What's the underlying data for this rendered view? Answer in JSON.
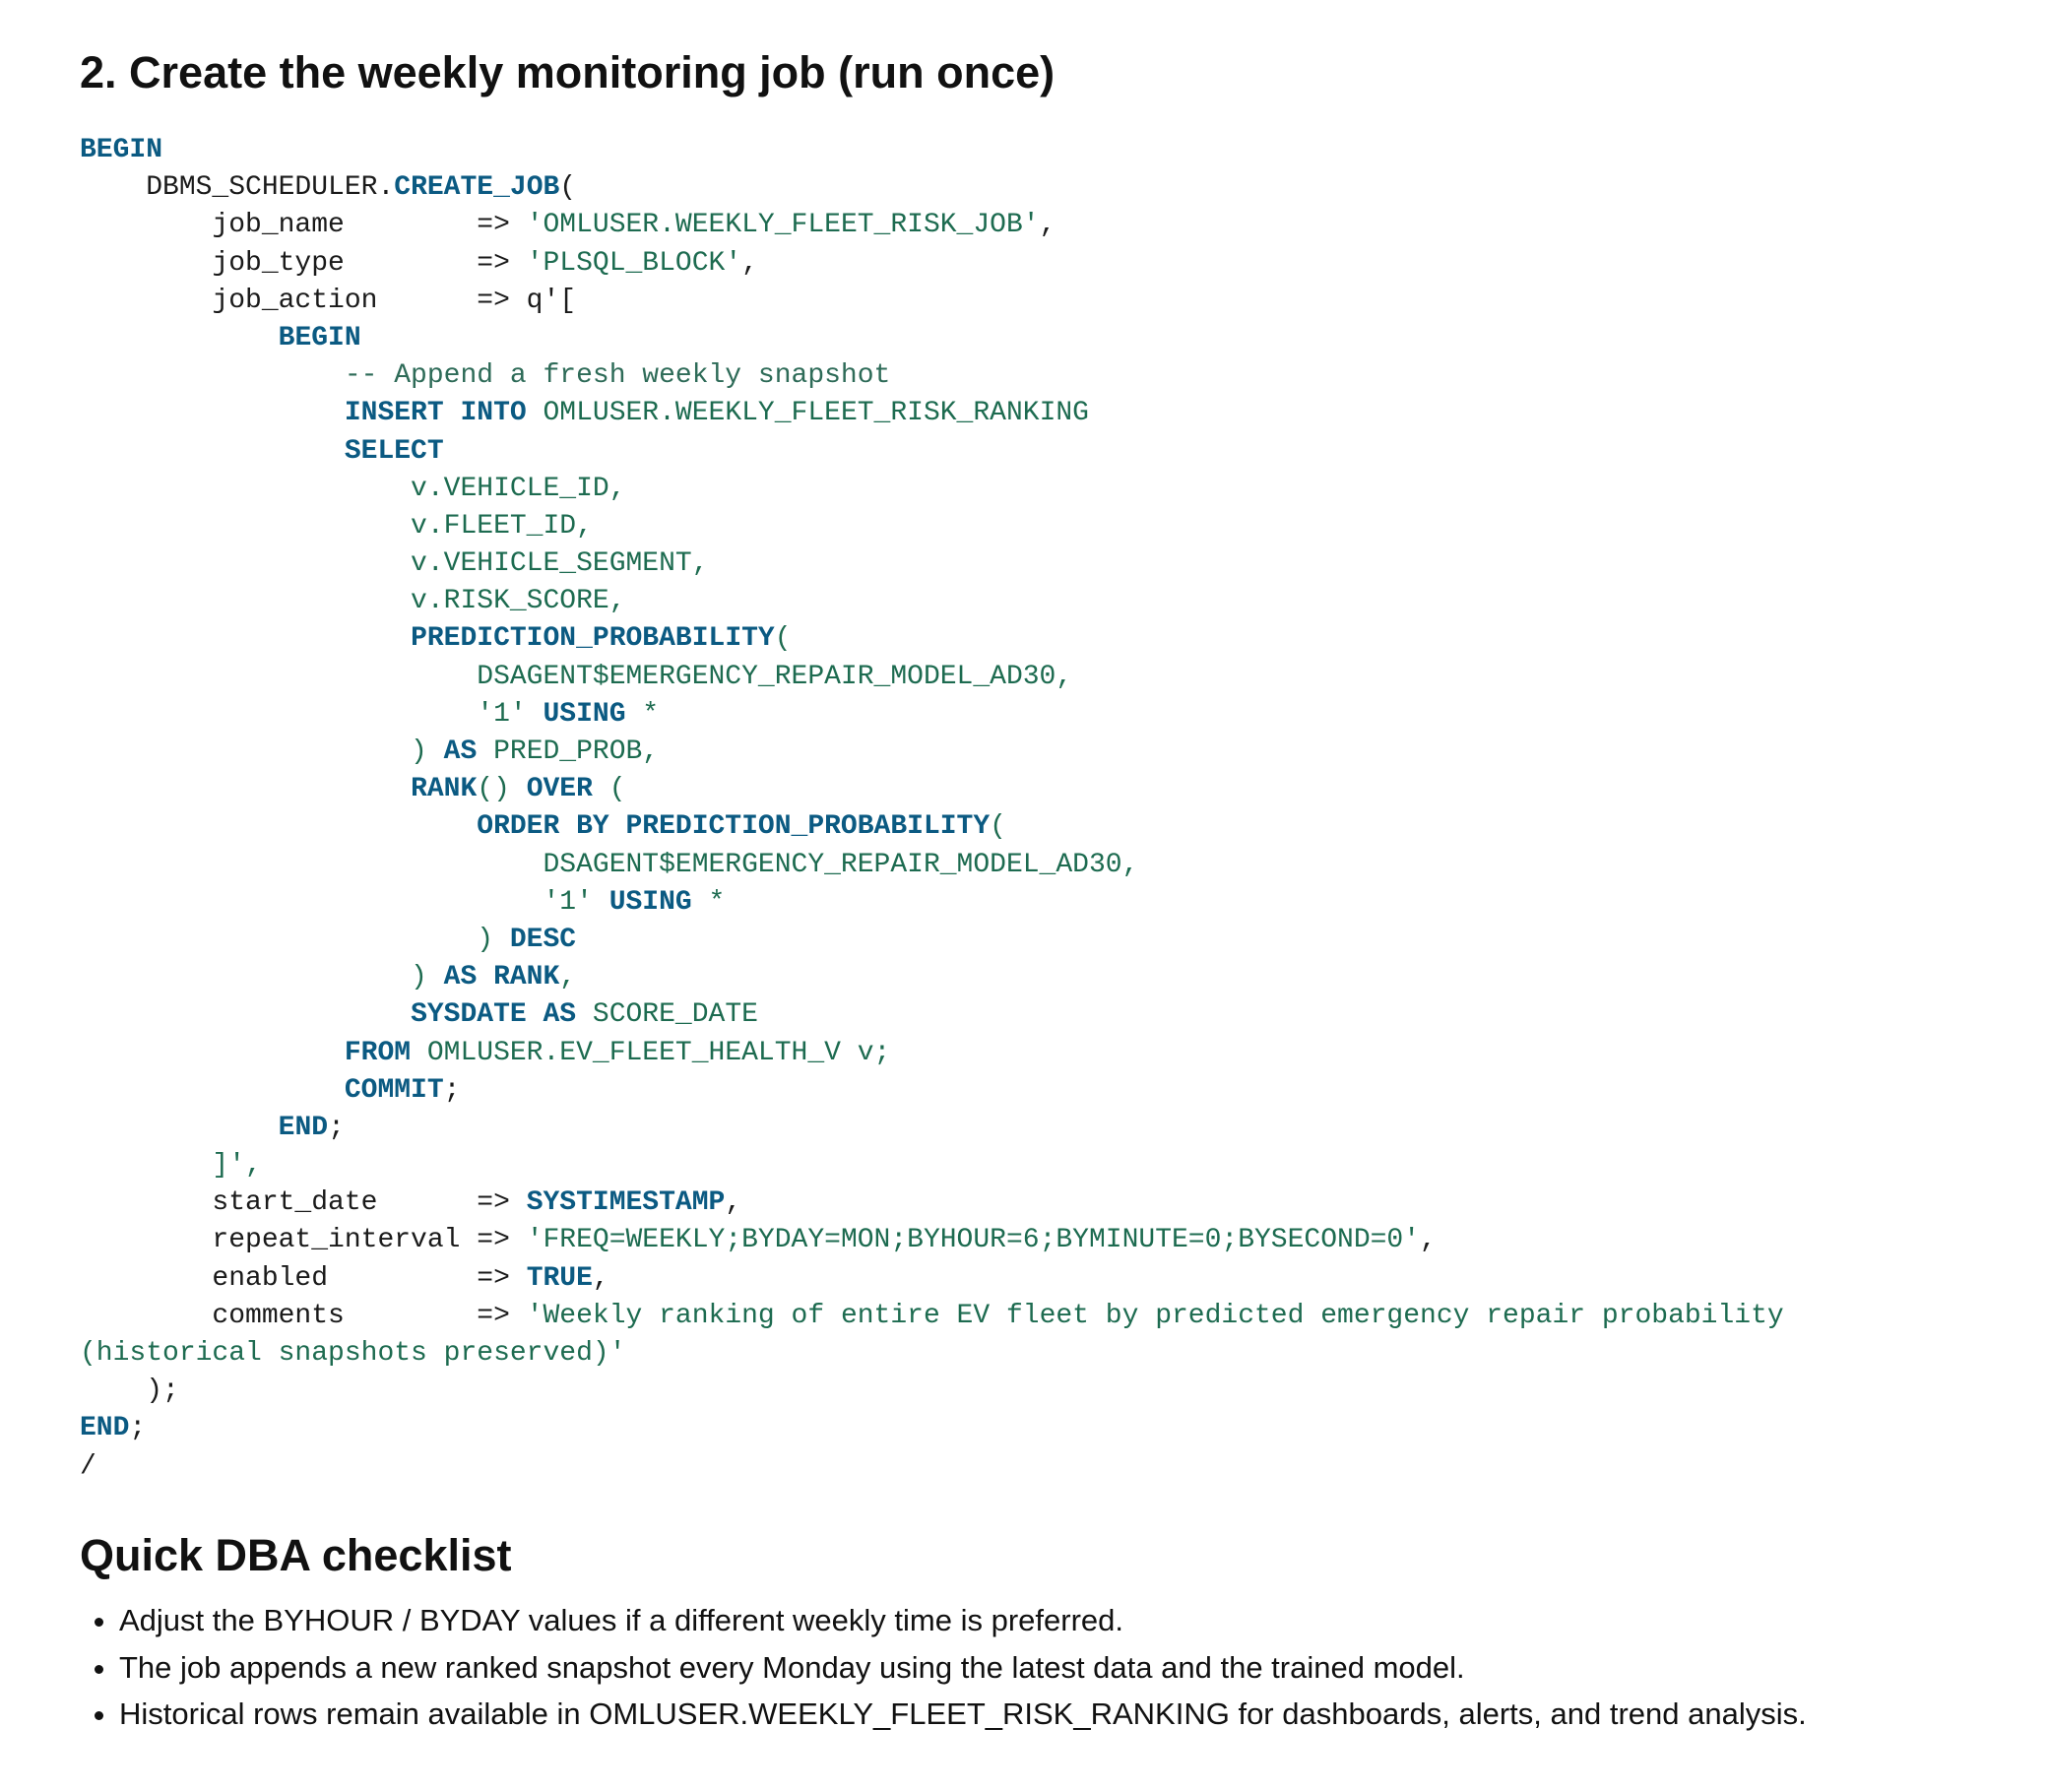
{
  "section_1": {
    "title": "2. Create the weekly monitoring job (run once)"
  },
  "code": {
    "lines": [
      [
        {
          "t": "BEGIN",
          "c": "kw"
        }
      ],
      [
        {
          "t": "    DBMS_SCHEDULER.",
          "c": "pl"
        },
        {
          "t": "CREATE_JOB",
          "c": "kw"
        },
        {
          "t": "(",
          "c": "pl"
        }
      ],
      [
        {
          "t": "        job_name        => ",
          "c": "pl"
        },
        {
          "t": "'OMLUSER.WEEKLY_FLEET_RISK_JOB'",
          "c": "str"
        },
        {
          "t": ",",
          "c": "pl"
        }
      ],
      [
        {
          "t": "        job_type        => ",
          "c": "pl"
        },
        {
          "t": "'PLSQL_BLOCK'",
          "c": "str"
        },
        {
          "t": ",",
          "c": "pl"
        }
      ],
      [
        {
          "t": "        job_action      => q'[",
          "c": "pl"
        }
      ],
      [
        {
          "t": "            ",
          "c": "pl"
        },
        {
          "t": "BEGIN",
          "c": "kw"
        }
      ],
      [
        {
          "t": "                -- Append a fresh weekly snapshot",
          "c": "cmt"
        }
      ],
      [
        {
          "t": "                ",
          "c": "pl"
        },
        {
          "t": "INSERT INTO",
          "c": "kw"
        },
        {
          "t": " OMLUSER.WEEKLY_FLEET_RISK_RANKING",
          "c": "id"
        }
      ],
      [
        {
          "t": "                ",
          "c": "pl"
        },
        {
          "t": "SELECT",
          "c": "kw"
        }
      ],
      [
        {
          "t": "                    v.VEHICLE_ID,",
          "c": "id"
        }
      ],
      [
        {
          "t": "                    v.FLEET_ID,",
          "c": "id"
        }
      ],
      [
        {
          "t": "                    v.VEHICLE_SEGMENT,",
          "c": "id"
        }
      ],
      [
        {
          "t": "                    v.RISK_SCORE,",
          "c": "id"
        }
      ],
      [
        {
          "t": "                    ",
          "c": "pl"
        },
        {
          "t": "PREDICTION_PROBABILITY",
          "c": "kw"
        },
        {
          "t": "(",
          "c": "id"
        }
      ],
      [
        {
          "t": "                        DSAGENT$EMERGENCY_REPAIR_MODEL_AD30,",
          "c": "id"
        }
      ],
      [
        {
          "t": "                        '1' ",
          "c": "id"
        },
        {
          "t": "USING",
          "c": "kw"
        },
        {
          "t": " *",
          "c": "id"
        }
      ],
      [
        {
          "t": "                    ) ",
          "c": "id"
        },
        {
          "t": "AS",
          "c": "kw"
        },
        {
          "t": " PRED_PROB,",
          "c": "id"
        }
      ],
      [
        {
          "t": "                    ",
          "c": "pl"
        },
        {
          "t": "RANK",
          "c": "kw"
        },
        {
          "t": "() ",
          "c": "id"
        },
        {
          "t": "OVER",
          "c": "kw"
        },
        {
          "t": " (",
          "c": "id"
        }
      ],
      [
        {
          "t": "                        ",
          "c": "pl"
        },
        {
          "t": "ORDER BY PREDICTION_PROBABILITY",
          "c": "kw"
        },
        {
          "t": "(",
          "c": "id"
        }
      ],
      [
        {
          "t": "                            DSAGENT$EMERGENCY_REPAIR_MODEL_AD30,",
          "c": "id"
        }
      ],
      [
        {
          "t": "                            '1' ",
          "c": "id"
        },
        {
          "t": "USING",
          "c": "kw"
        },
        {
          "t": " *",
          "c": "id"
        }
      ],
      [
        {
          "t": "                        ) ",
          "c": "id"
        },
        {
          "t": "DESC",
          "c": "kw"
        }
      ],
      [
        {
          "t": "                    ) ",
          "c": "id"
        },
        {
          "t": "AS RANK",
          "c": "kw"
        },
        {
          "t": ",",
          "c": "id"
        }
      ],
      [
        {
          "t": "                    ",
          "c": "pl"
        },
        {
          "t": "SYSDATE AS",
          "c": "kw"
        },
        {
          "t": " SCORE_DATE",
          "c": "id"
        }
      ],
      [
        {
          "t": "                ",
          "c": "pl"
        },
        {
          "t": "FROM",
          "c": "kw"
        },
        {
          "t": " OMLUSER.EV_FLEET_HEALTH_V v;",
          "c": "id"
        }
      ],
      [
        {
          "t": "                ",
          "c": "pl"
        },
        {
          "t": "COMMIT",
          "c": "kw"
        },
        {
          "t": ";",
          "c": "pl"
        }
      ],
      [
        {
          "t": "            ",
          "c": "pl"
        },
        {
          "t": "END",
          "c": "kw"
        },
        {
          "t": ";",
          "c": "pl"
        }
      ],
      [
        {
          "t": "        ]',",
          "c": "id"
        }
      ],
      [
        {
          "t": "        start_date      => ",
          "c": "pl"
        },
        {
          "t": "SYSTIMESTAMP",
          "c": "kw"
        },
        {
          "t": ",",
          "c": "pl"
        }
      ],
      [
        {
          "t": "        repeat_interval => ",
          "c": "pl"
        },
        {
          "t": "'FREQ=WEEKLY;BYDAY=MON;BYHOUR=6;BYMINUTE=0;BYSECOND=0'",
          "c": "str"
        },
        {
          "t": ",",
          "c": "pl"
        }
      ],
      [
        {
          "t": "        enabled         => ",
          "c": "pl"
        },
        {
          "t": "TRUE",
          "c": "kw"
        },
        {
          "t": ",",
          "c": "pl"
        }
      ],
      [
        {
          "t": "        comments        => ",
          "c": "pl"
        },
        {
          "t": "'Weekly ranking of entire EV fleet by predicted emergency repair probability",
          "c": "str"
        }
      ],
      [
        {
          "t": "(historical snapshots preserved)'",
          "c": "str"
        }
      ],
      [
        {
          "t": "    );",
          "c": "pl"
        }
      ],
      [
        {
          "t": "END",
          "c": "kw"
        },
        {
          "t": ";",
          "c": "pl"
        }
      ],
      [
        {
          "t": "/",
          "c": "pl"
        }
      ]
    ]
  },
  "section_2": {
    "title": "Quick DBA checklist",
    "items": [
      "Adjust the BYHOUR / BYDAY values if a different weekly time is preferred.",
      "The job appends a new ranked snapshot every Monday using the latest data and the trained model.",
      "Historical rows remain available in OMLUSER.WEEKLY_FLEET_RISK_RANKING for dashboards, alerts, and trend analysis."
    ]
  }
}
